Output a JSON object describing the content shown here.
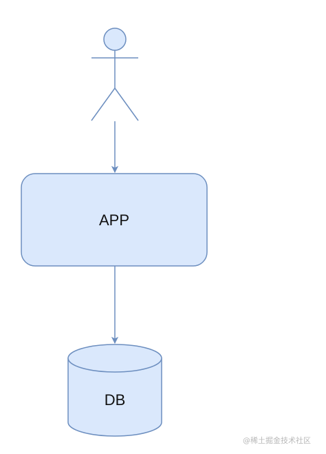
{
  "diagram": {
    "nodes": {
      "user": {
        "shape": "actor"
      },
      "app": {
        "label": "APP",
        "shape": "rounded-rectangle"
      },
      "db": {
        "label": "DB",
        "shape": "cylinder"
      }
    },
    "edges": [
      {
        "from": "user",
        "to": "app"
      },
      {
        "from": "app",
        "to": "db"
      }
    ],
    "colors": {
      "stroke": "#6c8ebf",
      "fill": "#dae8fc",
      "text": "#111111"
    }
  },
  "watermark": "@稀土掘金技术社区"
}
